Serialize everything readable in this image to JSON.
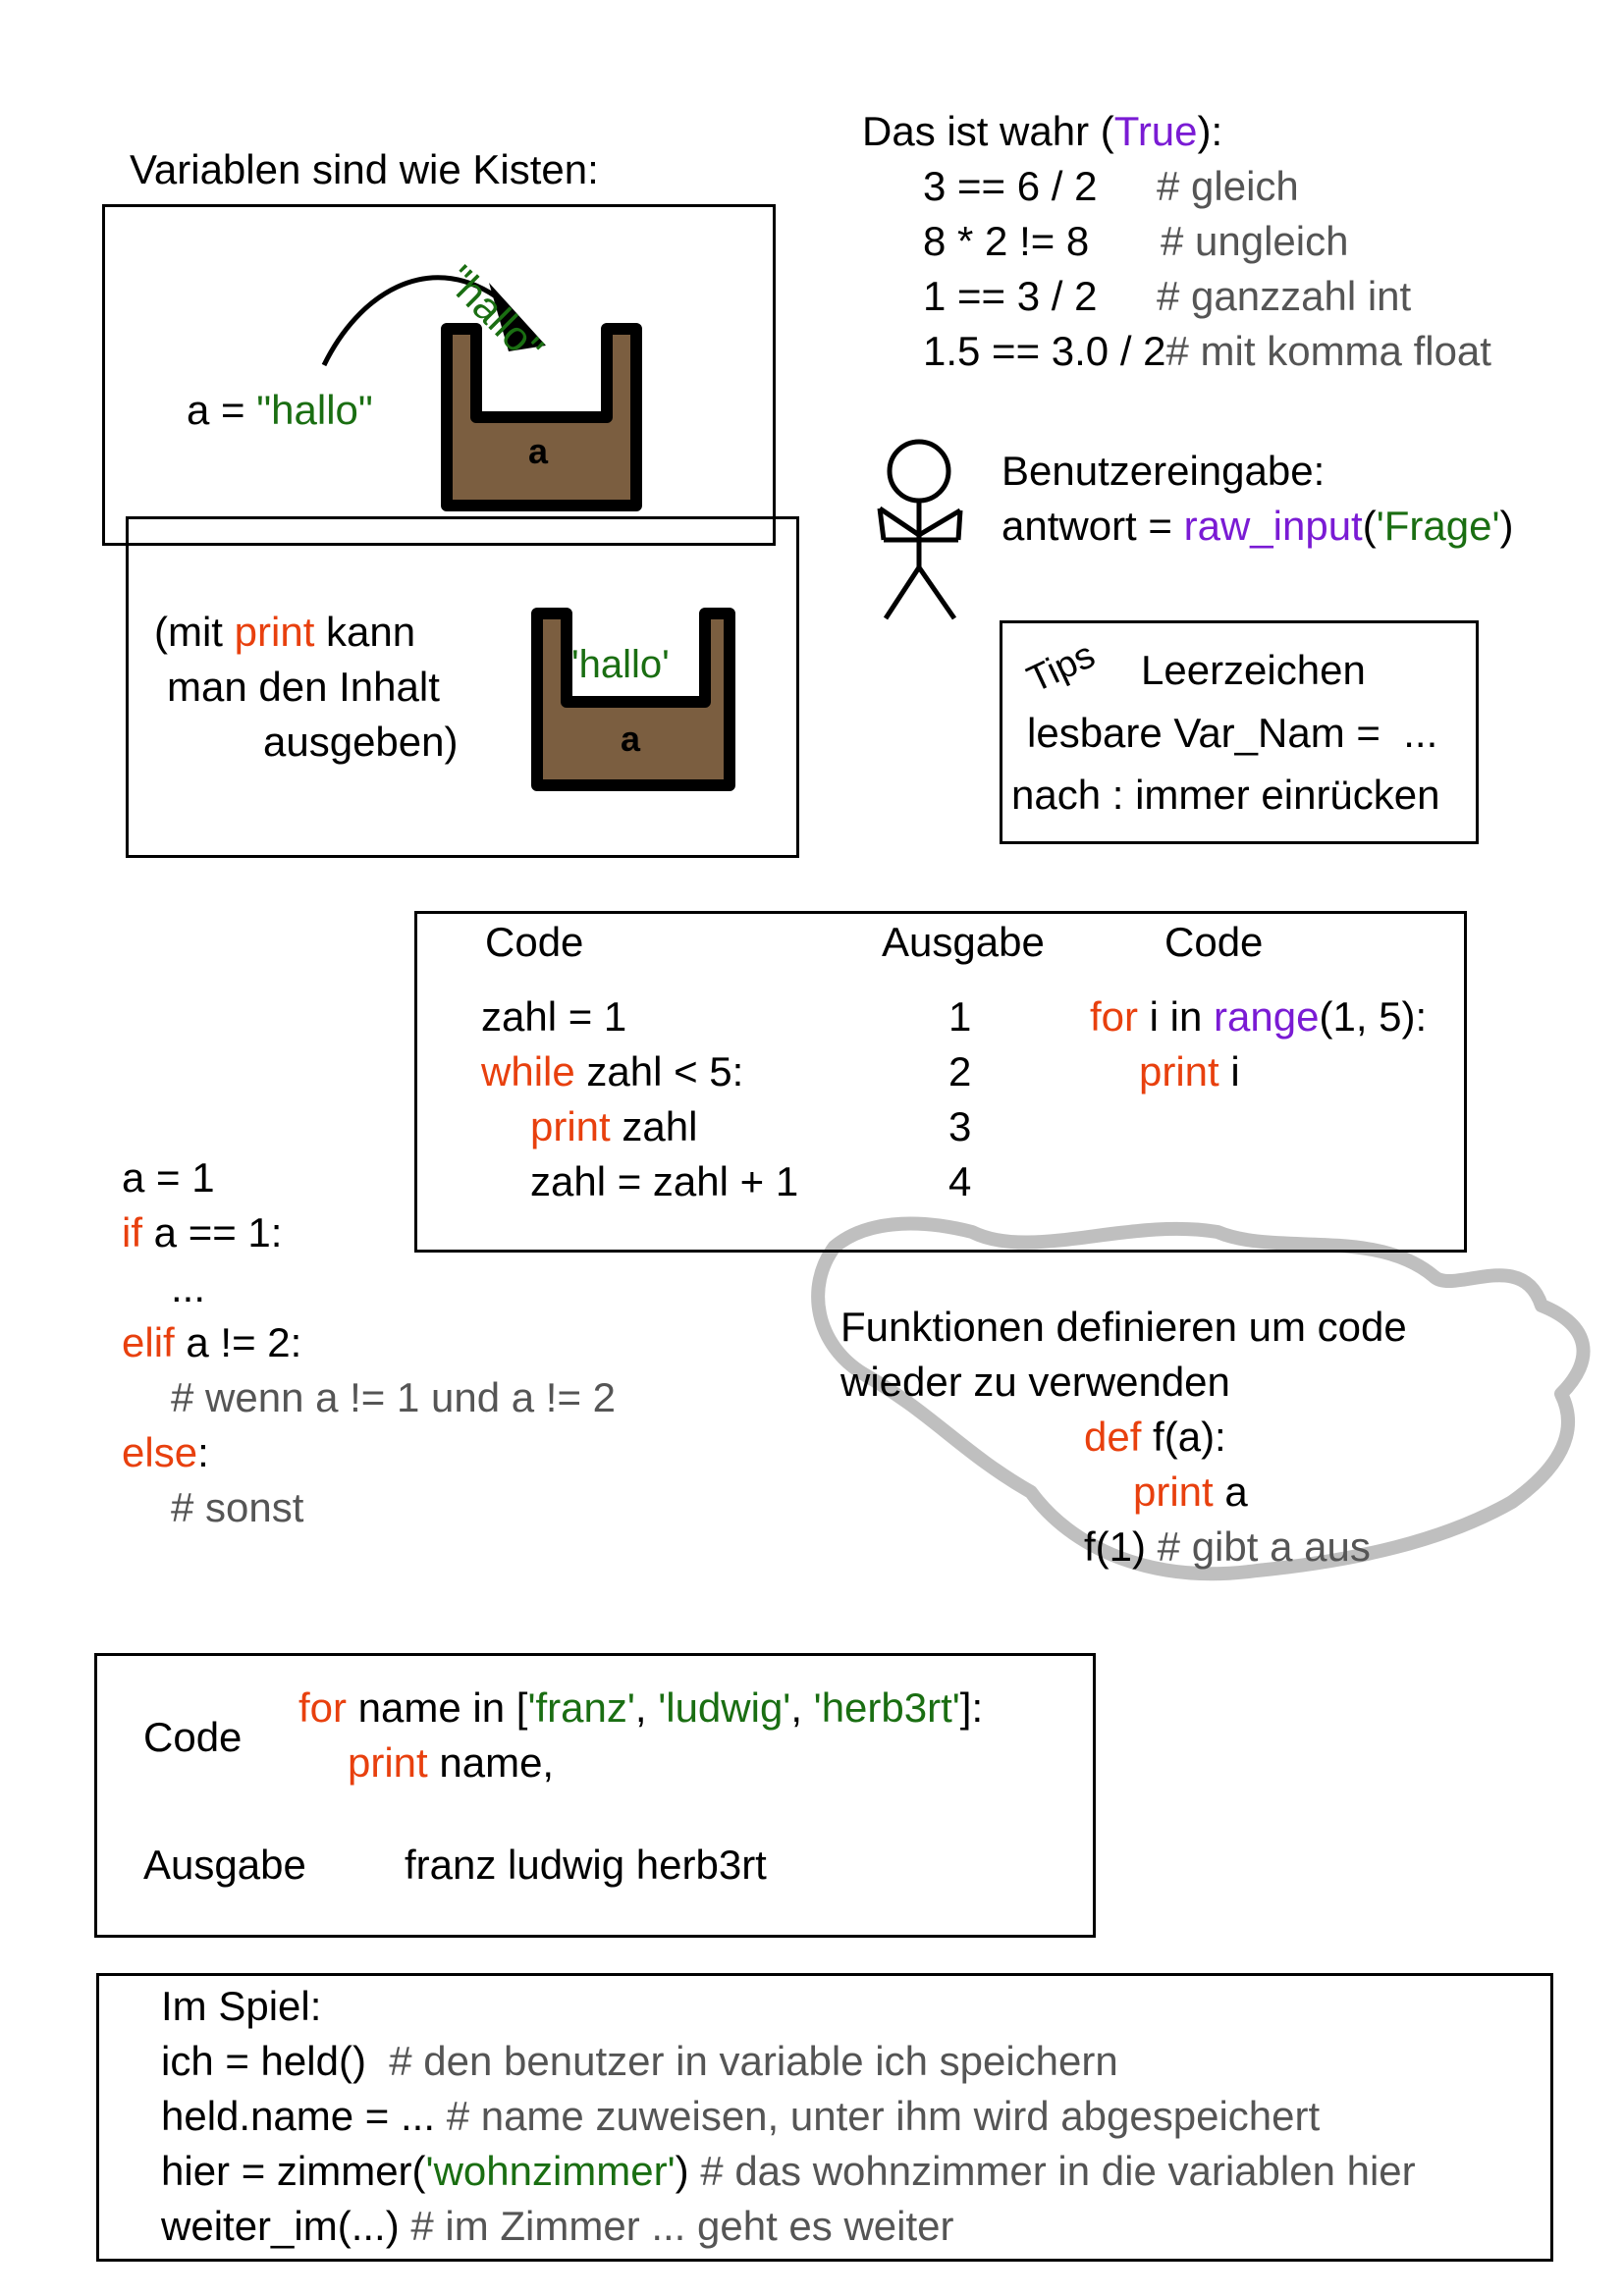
{
  "boxes_section": {
    "title": "Variablen sind wie Kisten:",
    "assign_lhs": "a = ",
    "assign_str": "\"hallo\"",
    "flying_str": "\"hallo\"",
    "box_label": "a",
    "print_pre": "(mit ",
    "print_kw": "print",
    "print_post": " kann",
    "print_line2": "man den Inhalt",
    "print_line3": "ausgeben)",
    "box2_content": "'hallo'",
    "box2_label": "a"
  },
  "true_section": {
    "title_pre": "Das ist wahr (",
    "title_true": "True",
    "title_post": "):",
    "rows": [
      {
        "expr": "3 == 6 / 2",
        "comment": "# gleich"
      },
      {
        "expr": "8 * 2 != 8",
        "comment": "# ungleich"
      },
      {
        "expr": "1 == 3 / 2",
        "comment": "# ganzzahl int"
      },
      {
        "expr": "1.5 == 3.0 / 2",
        "comment": "# mit komma float"
      }
    ]
  },
  "input_section": {
    "title": "Benutzereingabe:",
    "code_pre": "antwort = ",
    "code_fn": "raw_input",
    "code_open": "(",
    "code_str": "'Frage'",
    "code_close": ")"
  },
  "tips": {
    "label": "Tips",
    "line1": "Leerzeichen",
    "line2": "lesbare Var_Nam =  ...",
    "line3": "nach : immer einrücken"
  },
  "loop_table": {
    "header_code": "Code",
    "header_output": "Ausgabe",
    "header_code2": "Code",
    "while_code": {
      "l1": "zahl = 1",
      "l2_kw": "while",
      "l2_rest": " zahl < 5:",
      "l3_kw": "print",
      "l3_rest": " zahl",
      "l4": "zahl = zahl + 1"
    },
    "outputs": [
      "1",
      "2",
      "3",
      "4"
    ],
    "for_code": {
      "l1_kw": "for",
      "l1_mid": " i in ",
      "l1_fn": "range",
      "l1_rest": "(1, 5):",
      "l2_kw": "print",
      "l2_rest": " i"
    }
  },
  "if_section": {
    "l1": "a = 1",
    "l2_kw": "if",
    "l2_rest": " a == 1:",
    "l3": "...",
    "l4_kw": "elif",
    "l4_rest": " a != 2:",
    "l5": "# wenn a != 1 und a != 2",
    "l6_kw": "else",
    "l6_rest": ":",
    "l7": "# sonst"
  },
  "function_section": {
    "line1": "Funktionen definieren um code",
    "line2": "wieder zu verwenden",
    "def_kw": "def",
    "def_rest": " f(a):",
    "print_kw": "print",
    "print_rest": " a",
    "call": "f(1)",
    "call_comment": " # gibt a aus"
  },
  "list_loop": {
    "code_label": "Code",
    "for_kw": "for",
    "for_mid": " name in [",
    "s1": "'franz'",
    "sep1": ", ",
    "s2": "'ludwig'",
    "sep2": ", ",
    "s3": "'herb3rt'",
    "for_end": "]:",
    "print_kw": "print",
    "print_rest": " name,",
    "output_label": "Ausgabe",
    "output_value": "franz ludwig herb3rt"
  },
  "game_section": {
    "title": "Im Spiel:",
    "l1_code": "ich = held()",
    "l1_comment": "  # den benutzer in variable ich speichern",
    "l2_code": "held.name = ... ",
    "l2_comment": "# name zuweisen, unter ihm wird abgespeichert",
    "l3_pre": "hier = zimmer(",
    "l3_str": "'wohnzimmer'",
    "l3_post": ") ",
    "l3_comment": "# das wohnzimmer in die variablen hier",
    "l4_code": "weiter_im(...) ",
    "l4_comment": "# im Zimmer ... geht es weiter"
  },
  "colors": {
    "keyword": "#e8400e",
    "string": "#1a6e12",
    "builtin": "#7a1bd4",
    "comment": "#555555",
    "box_fill": "#7b5e40"
  }
}
